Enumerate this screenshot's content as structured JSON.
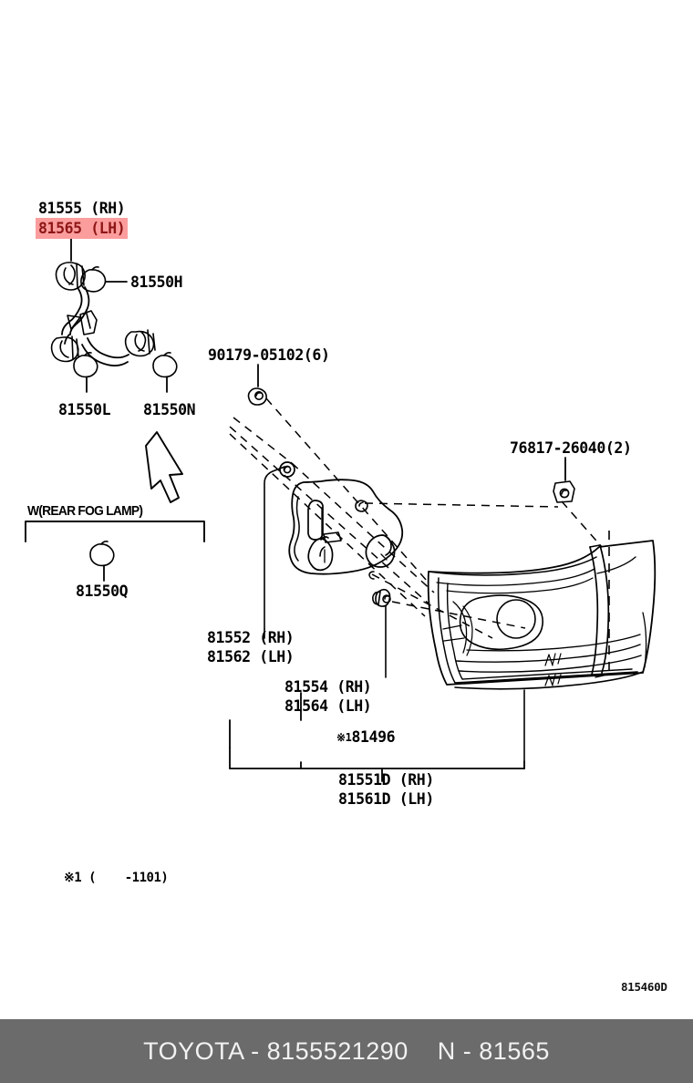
{
  "diagram": {
    "drawing_number": "815460D",
    "footnote": "※1 (    -1101)",
    "group_note": "W(REAR FOG LAMP)"
  },
  "labels": {
    "harness_rh": "81555 (RH)",
    "harness_lh": "81565 (LH)",
    "bulb_h": "81550H",
    "bulb_l": "81550L",
    "bulb_n": "81550N",
    "bulb_q": "81550Q",
    "screw_90179": "90179-05102(6)",
    "clip_76817": "76817-26040(2)",
    "gasket_rh": "81552 (RH)",
    "gasket_lh": "81562 (LH)",
    "retainer_rh": "81554 (RH)",
    "retainer_lh": "81564 (LH)",
    "nut_81496_mark": "※1",
    "nut_81496": "81496",
    "lamp_rh": "81551D (RH)",
    "lamp_lh": "81561D (LH)"
  },
  "footer": {
    "text": "TOYOTA - 8155521290    N - 81565",
    "brand": "TOYOTA",
    "part_number": "8155521290",
    "ref": "N - 81565",
    "background_color": "#6b6b6b",
    "text_color": "#f2f2f2"
  },
  "highlight": {
    "target": "81565 (LH)",
    "background_color": "#fb9d9d",
    "text_color": "#8e1616"
  }
}
